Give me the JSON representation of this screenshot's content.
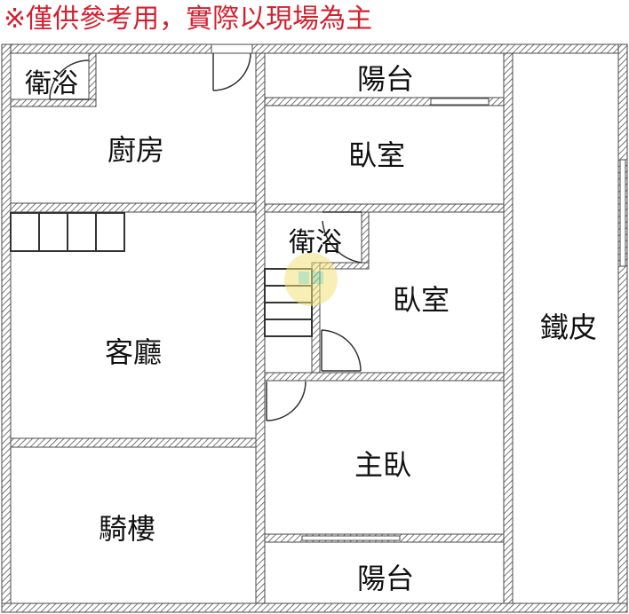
{
  "disclaimer": "※僅供參考用，實際以現場為主",
  "rooms": {
    "bath_top": "衛浴",
    "kitchen": "廚房",
    "balcony_top": "陽台",
    "bedroom_upper": "臥室",
    "bath_mid": "衛浴",
    "bedroom_mid": "臥室",
    "living_room": "客廳",
    "master_bedroom": "主臥",
    "arcade": "騎樓",
    "balcony_bottom": "陽台",
    "tin_shed": "鐵皮"
  },
  "colors": {
    "disclaimer": "#d4202f",
    "wall": "#4a4a4a",
    "label": "#111111",
    "watermark": "#f2e27a"
  }
}
